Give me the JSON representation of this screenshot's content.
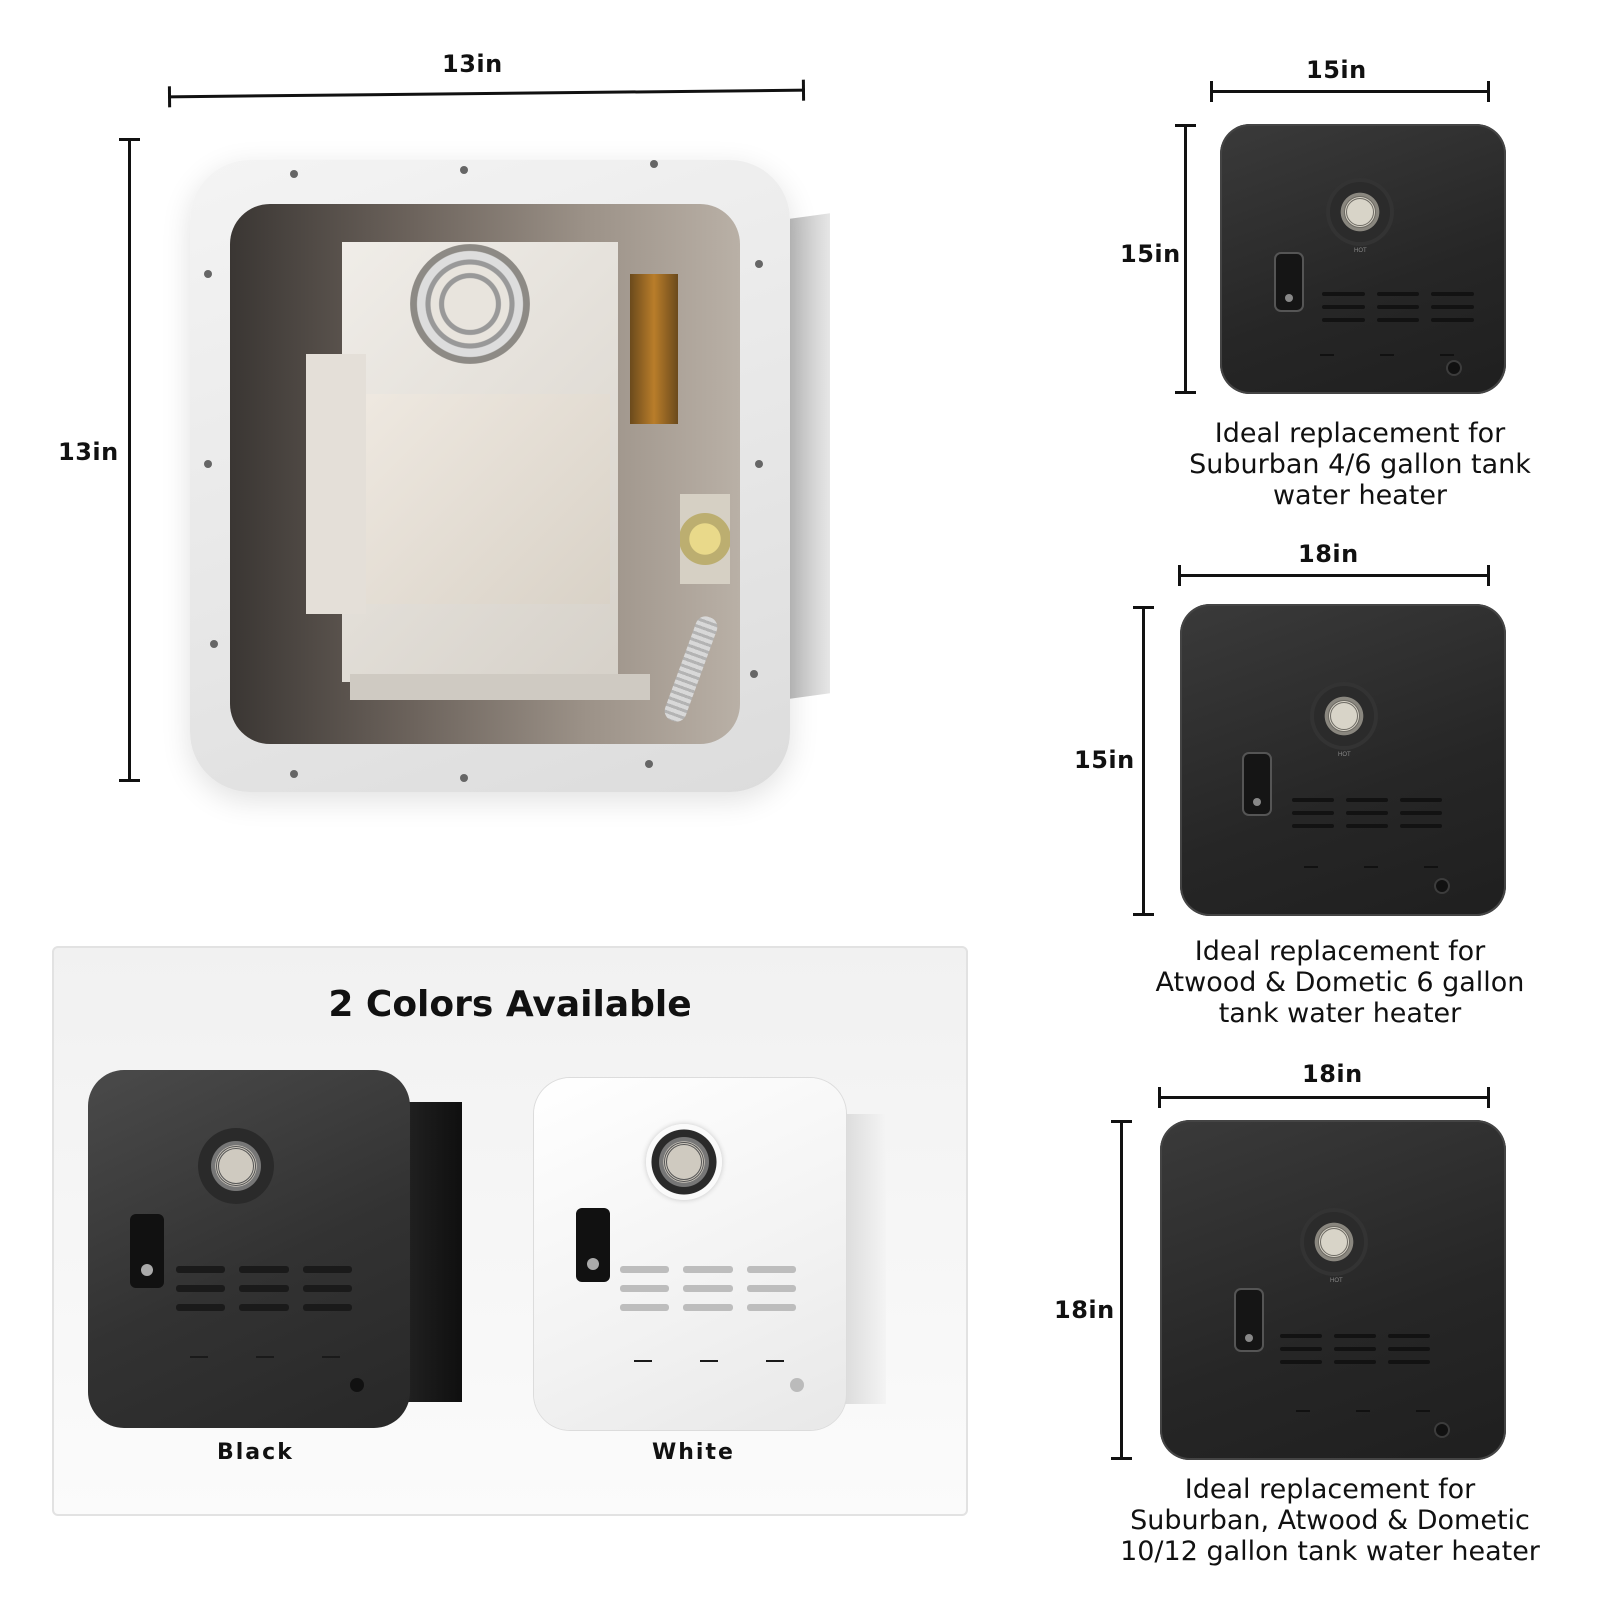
{
  "main_unit": {
    "width_label": "13in",
    "height_label": "13in"
  },
  "doors": [
    {
      "width_label": "15in",
      "height_label": "15in",
      "caption": [
        "Ideal replacement for",
        "Suburban 4/6 gallon tank",
        "water heater"
      ],
      "badge": "HOT"
    },
    {
      "width_label": "18in",
      "height_label": "15in",
      "caption": [
        "Ideal replacement for",
        "Atwood & Dometic 6 gallon",
        "tank water heater"
      ],
      "badge": "HOT"
    },
    {
      "width_label": "18in",
      "height_label": "18in",
      "caption": [
        "Ideal replacement for",
        "Suburban, Atwood & Dometic",
        "10/12 gallon tank water heater"
      ],
      "badge": "HOT"
    }
  ],
  "colors": {
    "title": "2 Colors Available",
    "options": [
      {
        "label": "Black",
        "hex": "#333333"
      },
      {
        "label": "White",
        "hex": "#f4f4f4"
      }
    ]
  },
  "icons": [
    "fan-grill-icon",
    "door-latch-icon",
    "vent-slots-icon"
  ]
}
